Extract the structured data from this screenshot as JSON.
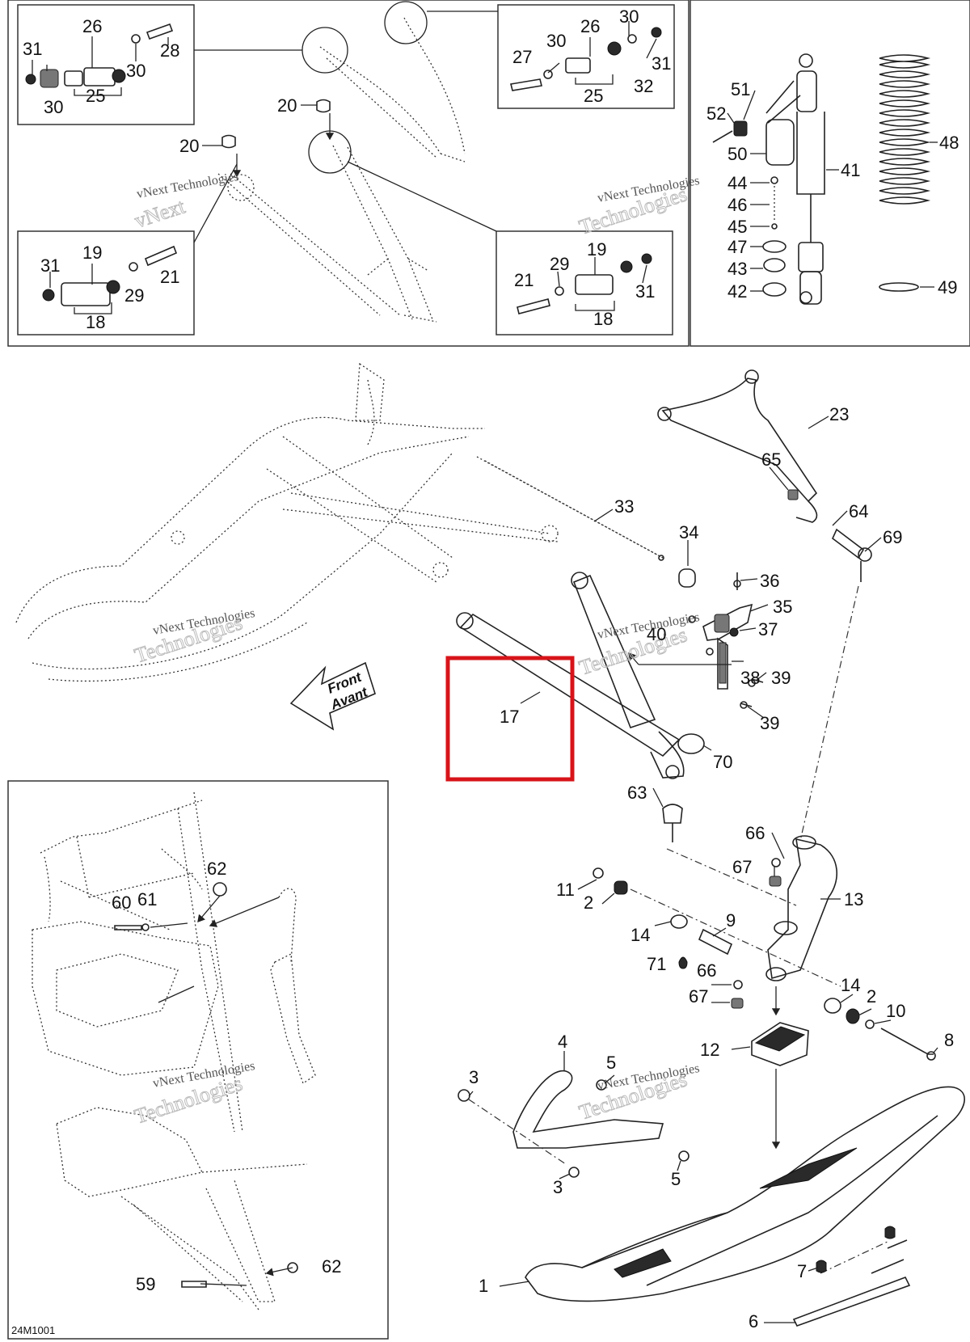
{
  "diagram_code": "24M1001",
  "watermark_text": "vNext Technologies",
  "direction_arrow": {
    "line1": "Front",
    "line2": "Avant"
  },
  "highlight": {
    "color": "#d7141a",
    "label": "17"
  },
  "callouts": {
    "c1": "1",
    "c2a": "2",
    "c2b": "2",
    "c3a": "3",
    "c3b": "3",
    "c4": "4",
    "c5a": "5",
    "c5b": "5",
    "c6": "6",
    "c7": "7",
    "c8": "8",
    "c9": "9",
    "c10": "10",
    "c11": "11",
    "c12": "12",
    "c13": "13",
    "c14a": "14",
    "c14b": "14",
    "c17": "17",
    "c18a": "18",
    "c18b": "18",
    "c19a": "19",
    "c19b": "19",
    "c20a": "20",
    "c20b": "20",
    "c21a": "21",
    "c21b": "21",
    "c23": "23",
    "c25a": "25",
    "c25b": "25",
    "c26a": "26",
    "c26b": "26",
    "c27": "27",
    "c28": "28",
    "c29a": "29",
    "c29b": "29",
    "c30a": "30",
    "c30b": "30",
    "c30c": "30",
    "c30d": "30",
    "c31a": "31",
    "c31b": "31",
    "c31c": "31",
    "c31d": "31",
    "c32": "32",
    "c33": "33",
    "c34": "34",
    "c35": "35",
    "c36": "36",
    "c37": "37",
    "c38": "38",
    "c39a": "39",
    "c39b": "39",
    "c40": "40",
    "c41": "41",
    "c42": "42",
    "c43": "43",
    "c44": "44",
    "c45": "45",
    "c46": "46",
    "c47": "47",
    "c48": "48",
    "c49": "49",
    "c50": "50",
    "c51": "51",
    "c52": "52",
    "c59": "59",
    "c60": "60",
    "c61": "61",
    "c62a": "62",
    "c62b": "62",
    "c63": "63",
    "c64": "64",
    "c65": "65",
    "c66a": "66",
    "c66b": "66",
    "c67a": "67",
    "c67b": "67",
    "c69": "69",
    "c70": "70",
    "c71": "71"
  }
}
